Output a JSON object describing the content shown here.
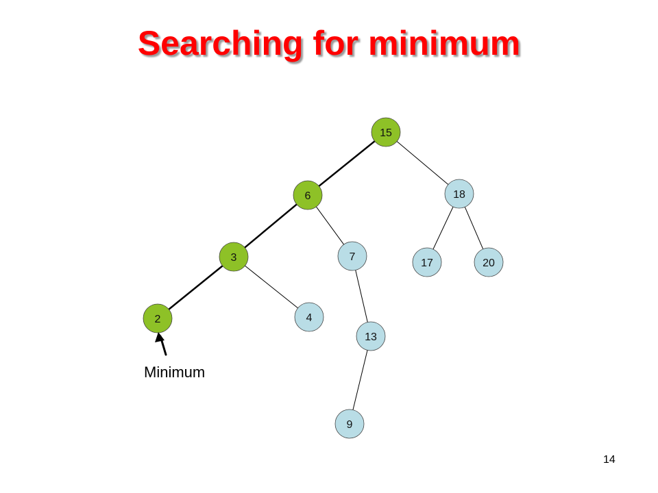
{
  "slide": {
    "title": "Searching for minimum",
    "page_number": "14",
    "annotation": "Minimum",
    "colors": {
      "title": "#ff0000",
      "search_path_fill": "#8ec127",
      "node_fill": "#b9dde6",
      "edge": "#000000"
    }
  },
  "tree": {
    "nodes": [
      {
        "id": "n15",
        "label": "15",
        "on_search_path": true
      },
      {
        "id": "n6",
        "label": "6",
        "on_search_path": true
      },
      {
        "id": "n18",
        "label": "18",
        "on_search_path": false
      },
      {
        "id": "n3",
        "label": "3",
        "on_search_path": true
      },
      {
        "id": "n7",
        "label": "7",
        "on_search_path": false
      },
      {
        "id": "n17",
        "label": "17",
        "on_search_path": false
      },
      {
        "id": "n20",
        "label": "20",
        "on_search_path": false
      },
      {
        "id": "n2",
        "label": "2",
        "on_search_path": true
      },
      {
        "id": "n4",
        "label": "4",
        "on_search_path": false
      },
      {
        "id": "n13",
        "label": "13",
        "on_search_path": false
      },
      {
        "id": "n9",
        "label": "9",
        "on_search_path": false
      }
    ],
    "edges": [
      {
        "from": "n15",
        "to": "n6",
        "on_search_path": true
      },
      {
        "from": "n15",
        "to": "n18",
        "on_search_path": false
      },
      {
        "from": "n6",
        "to": "n3",
        "on_search_path": true
      },
      {
        "from": "n6",
        "to": "n7",
        "on_search_path": false
      },
      {
        "from": "n18",
        "to": "n17",
        "on_search_path": false
      },
      {
        "from": "n18",
        "to": "n20",
        "on_search_path": false
      },
      {
        "from": "n3",
        "to": "n2",
        "on_search_path": true
      },
      {
        "from": "n3",
        "to": "n4",
        "on_search_path": false
      },
      {
        "from": "n7",
        "to": "n13",
        "on_search_path": false
      },
      {
        "from": "n13",
        "to": "n9",
        "on_search_path": false
      }
    ]
  }
}
